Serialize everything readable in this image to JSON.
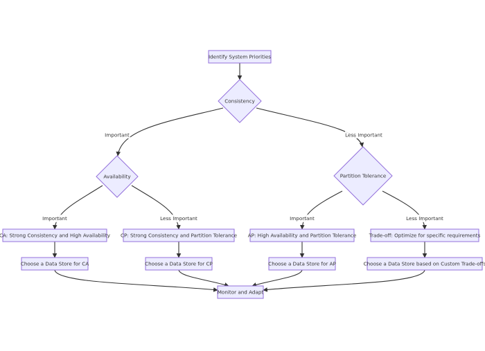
{
  "colors": {
    "node_fill": "#ECECFF",
    "node_stroke": "#9370DB",
    "edge": "#333333",
    "text": "#333333",
    "background": "#ffffff"
  },
  "nodes": {
    "start": "Identify System Priorities",
    "consistency": "Consistency",
    "availability": "Availability",
    "partition": "Partition Tolerance",
    "ca": "CA: Strong Consistency and High Availability",
    "cp": "CP: Strong Consistency and Partition Tolerance",
    "ap": "AP: High Availability and Partition Tolerance",
    "tradeoff": "Trade-off: Optimize for specific requirements",
    "store_ca": "Choose a Data Store for CA",
    "store_cp": "Choose a Data Store for CP",
    "store_ap": "Choose a Data Store for AP",
    "store_custom": "Choose a Data Store based on Custom Trade-offs",
    "monitor": "Monitor and Adapt"
  },
  "edge_labels": {
    "consistency_important": "Important",
    "consistency_less": "Less Important",
    "availability_important": "Important",
    "availability_less": "Less Important",
    "partition_important": "Important",
    "partition_less": "Less Important"
  }
}
